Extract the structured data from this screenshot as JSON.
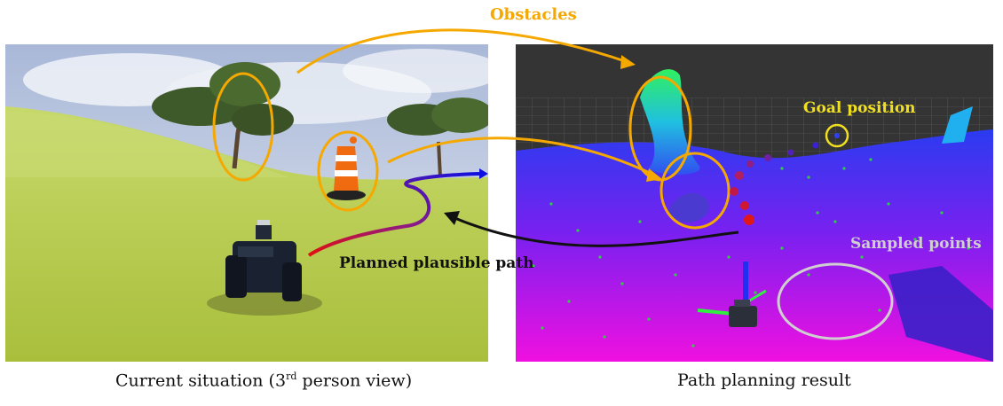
{
  "annotations": {
    "obstacles": "Obstacles",
    "goal_position": "Goal position",
    "sampled_points": "Sampled points",
    "planned_path": "Planned plausible path"
  },
  "captions": {
    "left_prefix": "Current situation (3",
    "left_sup": "rd",
    "left_suffix": " person view)",
    "right": "Path planning result"
  },
  "colors": {
    "annotation_orange": "#f5a800",
    "goal_yellow": "#f0e020",
    "sampled_gray": "#cfcfcf",
    "sky": "#b8c4e0",
    "grass": "#bcd24a",
    "cone_orange": "#f06a10",
    "costmap_magenta": "#e020e0",
    "costmap_blue": "#3020f0"
  },
  "icons": {
    "robot": "robot-vehicle-icon",
    "cone": "traffic-barrel-icon",
    "tree": "tree-icon"
  }
}
